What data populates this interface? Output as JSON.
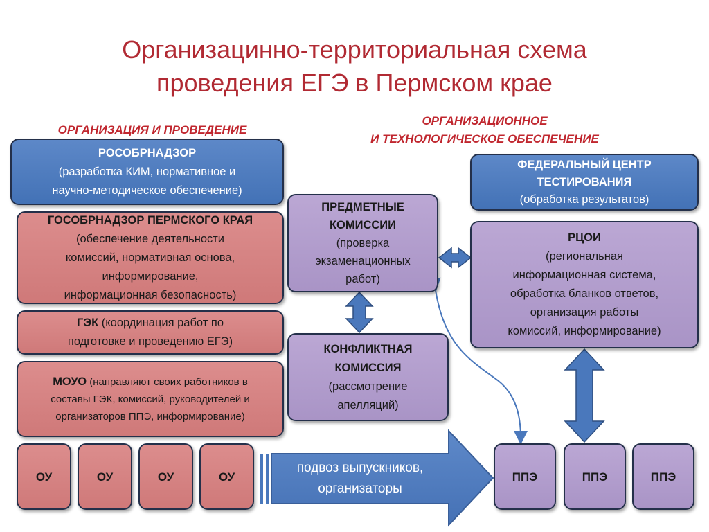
{
  "title": {
    "line1": "Организацинно-территориальная схема",
    "line2": "проведения ЕГЭ в Пермском крае"
  },
  "sections": {
    "left": "ОРГАНИЗАЦИЯ И ПРОВЕДЕНИЕ",
    "right_line1": "ОРГАНИЗАЦИОННОЕ",
    "right_line2": "И ТЕХНОЛОГИЧЕСКОЕ ОБЕСПЕЧЕНИЕ"
  },
  "rosobrnadzor": {
    "title": "РОСОБРНАДЗОР",
    "line1": "(разработка КИМ,  нормативное и",
    "line2": "научно-методическое обеспечение)"
  },
  "gosobrnadzor": {
    "title": "ГОСОБРНАДЗОР ПЕРМСКОГО КРАЯ",
    "line1": "(обеспечение деятельности",
    "line2": "комиссий, нормативная основа,",
    "line3": "информирование,",
    "line4": "информационная безопасность)"
  },
  "gek": {
    "title": "ГЭК",
    "line1": " (координация работ по",
    "line2": "подготовке и проведению ЕГЭ)"
  },
  "mouo": {
    "title": "МОУО",
    "line1": " (направляют своих работников в",
    "line2": "составы ГЭК, комиссий, руководителей и",
    "line3": "организаторов ППЭ, информирование)"
  },
  "subject_commissions": {
    "title1": "ПРЕДМЕТНЫЕ",
    "title2": "КОМИССИИ",
    "line1": "(проверка",
    "line2": "экзаменационных",
    "line3": "работ)"
  },
  "conflict_commission": {
    "title1": "КОНФЛИКТНАЯ",
    "title2": "КОМИССИЯ",
    "line1": "(рассмотрение",
    "line2": "апелляций)"
  },
  "federal_center": {
    "title1": "ФЕДЕРАЛЬНЫЙ ЦЕНТР",
    "title2": "ТЕСТИРОВАНИЯ",
    "line1": "(обработка результатов)"
  },
  "rcoi": {
    "title": "РЦОИ",
    "line1": "(региональная",
    "line2": "информационная система,",
    "line3": "обработка бланков ответов,",
    "line4": "организация работы",
    "line5": "комиссий, информирование)"
  },
  "ou_units": [
    "ОУ",
    "ОУ",
    "ОУ",
    "ОУ"
  ],
  "ppe_units": [
    "ППЭ",
    "ППЭ",
    "ППЭ"
  ],
  "transport_arrow": {
    "line1": "подвоз  выпускников,",
    "line2": "организаторы"
  },
  "colors": {
    "blue": "#4a78bc",
    "red": "#d88484",
    "purple": "#b19dcb",
    "title": "#b12a33",
    "section": "#c0262e"
  }
}
